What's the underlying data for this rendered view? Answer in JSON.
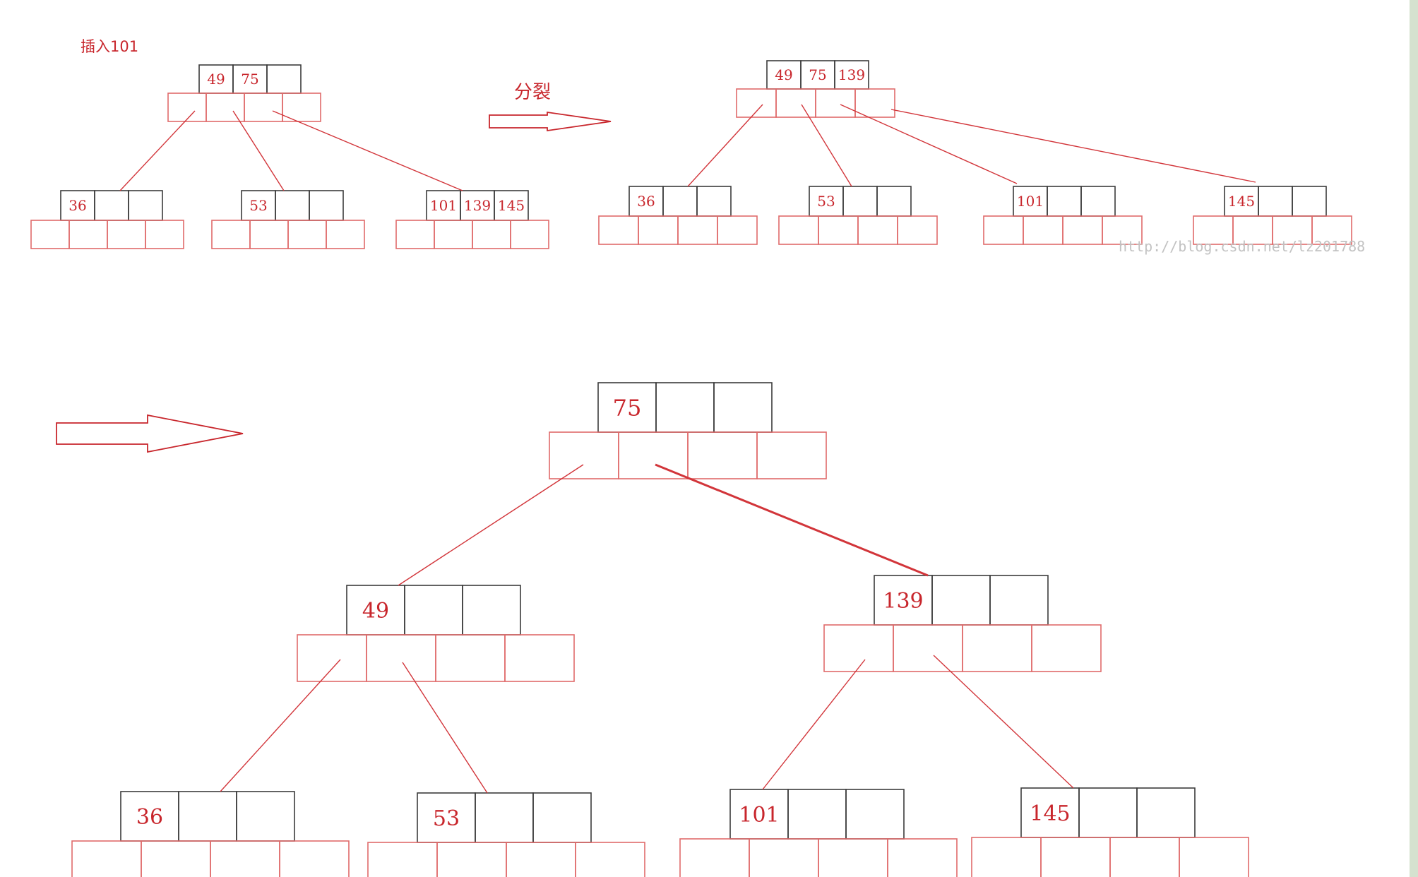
{
  "caption": "插入101",
  "split_label": "分裂",
  "watermark": "http://blog.csdn.net/lz201788",
  "colors": {
    "key_cell_border": "#3b3b3b",
    "pointer_cell_border": "#e06a6a",
    "key_text": "#c8262c",
    "edge": "#d2353a",
    "arrow": "#c8262c",
    "background": "#ffffff"
  },
  "stages": {
    "before_split": {
      "root": [
        "49",
        "75",
        ""
      ],
      "children": [
        [
          "36",
          "",
          ""
        ],
        [
          "53",
          "",
          ""
        ],
        [
          "101",
          "139",
          "145"
        ]
      ]
    },
    "after_split": {
      "root": [
        "49",
        "75",
        "139"
      ],
      "children": [
        [
          "36",
          "",
          ""
        ],
        [
          "53",
          "",
          ""
        ],
        [
          "101",
          "",
          ""
        ],
        [
          "145",
          "",
          ""
        ]
      ]
    },
    "final": {
      "root": [
        "75",
        "",
        ""
      ],
      "internal": [
        [
          "49",
          "",
          ""
        ],
        [
          "139",
          "",
          ""
        ]
      ],
      "leaves": [
        [
          "36",
          "",
          ""
        ],
        [
          "53",
          "",
          ""
        ],
        [
          "101",
          "",
          ""
        ],
        [
          "145",
          "",
          ""
        ]
      ]
    }
  }
}
